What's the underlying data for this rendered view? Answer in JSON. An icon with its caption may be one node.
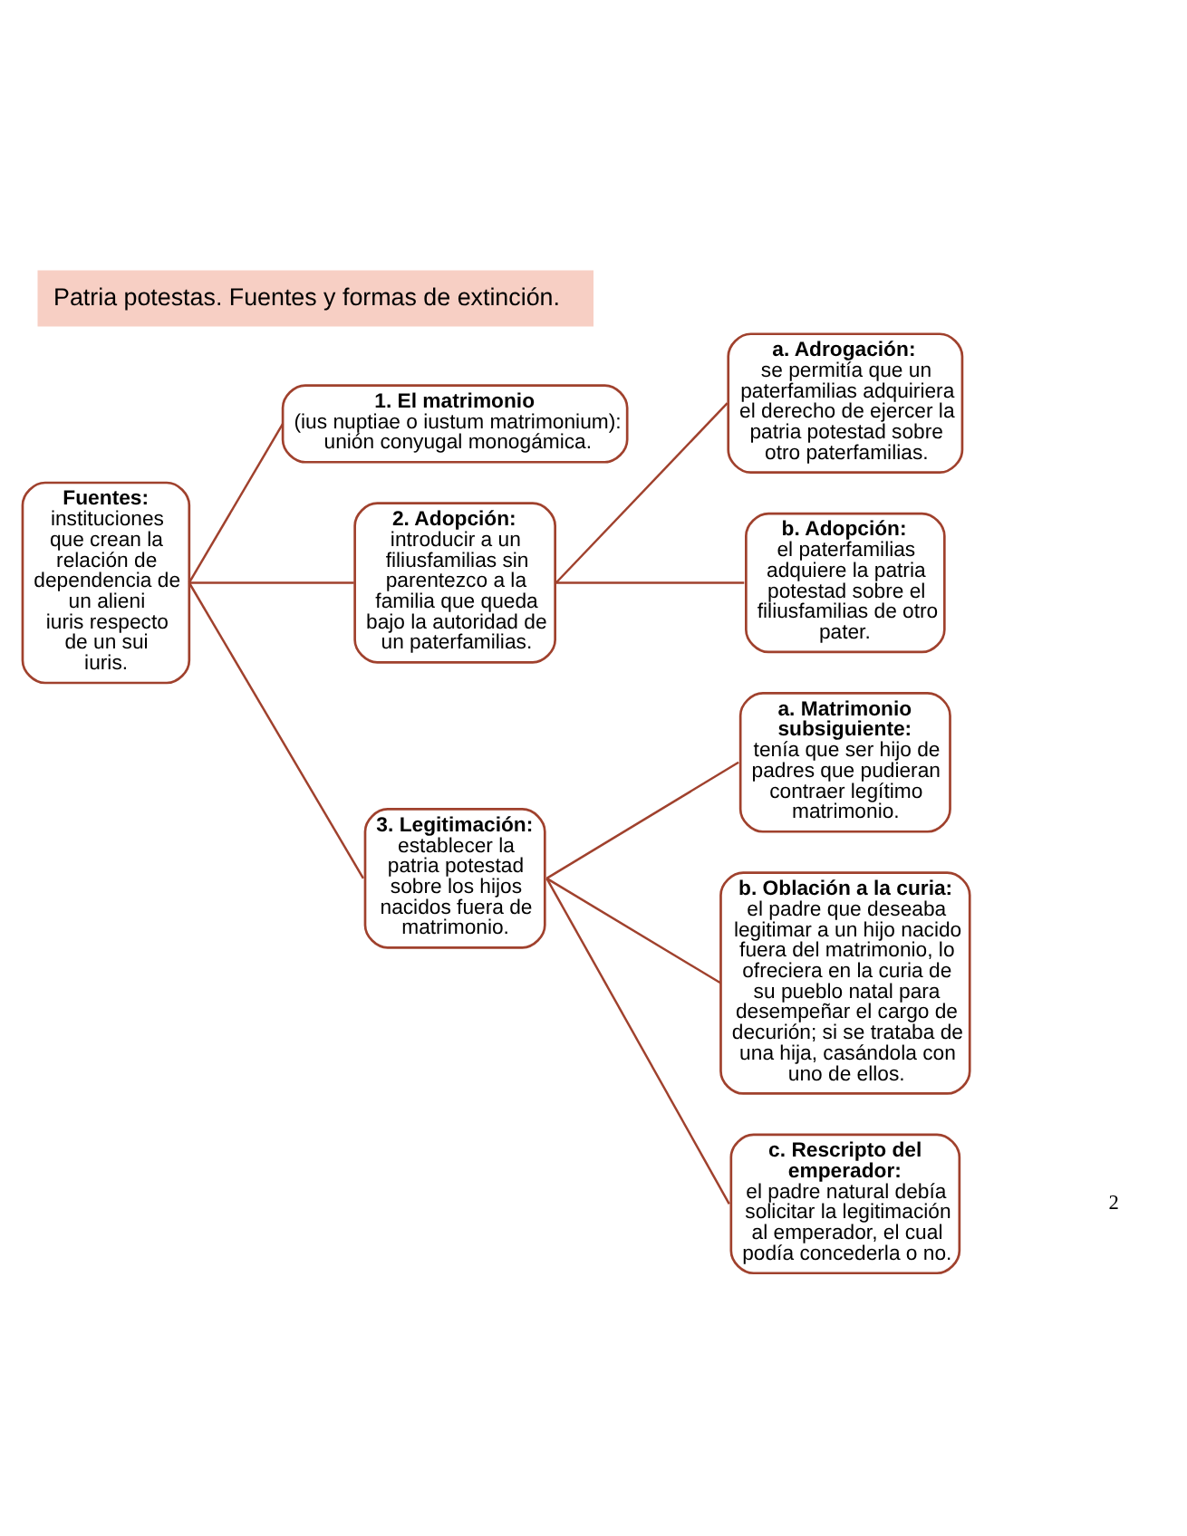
{
  "diagram": {
    "title": "Patria potestas. Fuentes y formas de extinción.",
    "nodes": [
      {
        "text": [
          "Fuentes:",
          "instituciones que crean la relación de dependencia de un alieni iuris respecto de un sui iuris."
        ]
      },
      {
        "text": [
          "1. El matrimonio",
          "(ius nuptiae o iustum matrimonium): unión conyugal monogámica."
        ]
      },
      {
        "text": [
          "2. Adopción:",
          "introducir a un filiusfamilias sin parentezco a la familia que queda bajo la autoridad de un paterfamilias."
        ]
      },
      {
        "text": [
          "a. Adrogación:",
          "se permitía que un paterfamilias adquiriera el derecho de ejercer la patria potestad sobre otro paterfamilias."
        ]
      },
      {
        "text": [
          "b. Adopción:",
          "el paterfamilias adquiere la patria potestad sobre el filiusfamilias de otro pater."
        ]
      },
      {
        "text": [
          "3. Legitimación:",
          "establecer la patria potestad sobre los hijos nacidos fuera de matrimonio."
        ]
      },
      {
        "text": [
          "a. Matrimonio subsiguiente:",
          "tenía que ser hijo de padres que pudieran contraer legítimo matrimonio."
        ]
      },
      {
        "text": [
          "b. Oblación a la curia:",
          "el padre que deseaba legitimar a un hijo nacido fuera del matrimonio, lo ofreciera en la curia de su pueblo natal para desempeñar el cargo de decurión; si se trataba de una hija, casándola con uno de ellos."
        ]
      },
      {
        "text": [
          "c. Rescripto del emperador:",
          "el padre natural debía solicitar la legitimación al emperador, el cual podía concederla o no."
        ]
      }
    ],
    "edges": [
      {
        "from": 0,
        "to": 1,
        "arrow": "none"
      },
      {
        "from": 0,
        "to": 2,
        "arrow": "none"
      },
      {
        "from": 0,
        "to": 5,
        "arrow": "none"
      },
      {
        "from": 2,
        "to": 3,
        "arrow": "none"
      },
      {
        "from": 2,
        "to": 4,
        "arrow": "none"
      },
      {
        "from": 5,
        "to": 6,
        "arrow": "none"
      },
      {
        "from": 5,
        "to": 7,
        "arrow": "none"
      },
      {
        "from": 5,
        "to": 8,
        "arrow": "none"
      }
    ],
    "labels": [
      "2"
    ]
  }
}
